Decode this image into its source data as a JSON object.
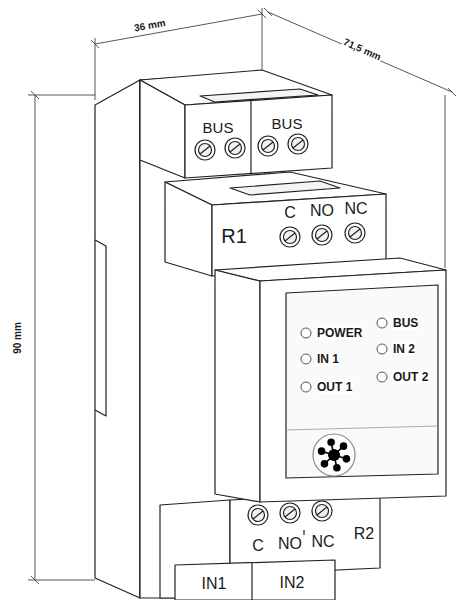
{
  "diagram": {
    "labels": [
      "36 mm",
      "71,5 mm",
      "90 mm",
      "BUS",
      "BUS",
      "R1",
      "C",
      "NO",
      "NC",
      "POWER",
      "BUS",
      "IN 1",
      "IN 2",
      "OUT 1",
      "OUT 2",
      "R2",
      "C",
      "NO",
      "NC",
      "IN1",
      "IN2"
    ]
  }
}
